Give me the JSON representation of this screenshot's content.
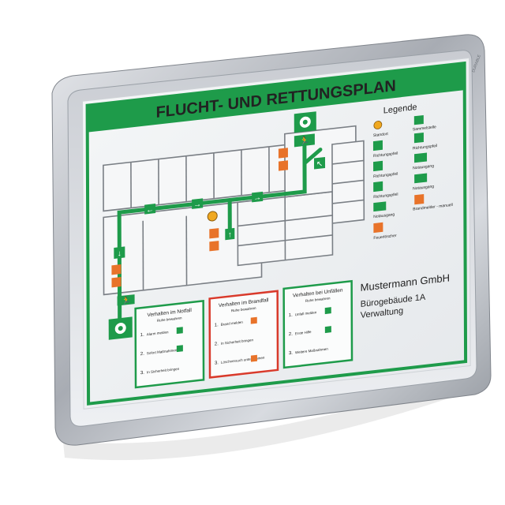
{
  "plan": {
    "title": "FLUCHT- UND RETTUNGSPLAN",
    "brand_mark": "DURABLE",
    "legend": {
      "title": "Legende",
      "items": [
        {
          "label": "Standort",
          "icon": "location-dot-icon"
        },
        {
          "label": "Sammelstelle",
          "icon": "assembly-point-icon"
        },
        {
          "label": "Richtungspfeil",
          "icon": "arrow-up-left-icon"
        },
        {
          "label": "Richtungspfeil",
          "icon": "arrow-up-right-icon"
        },
        {
          "label": "Richtungspfeil",
          "icon": "arrow-down-icon"
        },
        {
          "label": "Notausgang",
          "icon": "emergency-exit-icon"
        },
        {
          "label": "Richtungspfeil",
          "icon": "arrow-right-icon"
        },
        {
          "label": "Notausgang",
          "icon": "emergency-exit-icon"
        },
        {
          "label": "Notausgang",
          "icon": "emergency-exit-icon"
        },
        {
          "label": "Brandmelder - manuell",
          "icon": "fire-alarm-icon"
        },
        {
          "label": "Feuerlöscher",
          "icon": "fire-extinguisher-icon"
        }
      ]
    },
    "company": {
      "name": "Mustermann GmbH",
      "building": "Bürogebäude 1A",
      "department": "Verwaltung"
    },
    "boxes": [
      {
        "title": "Verhalten im Notfall",
        "subtitle": "Ruhe bewahren",
        "steps": [
          {
            "num": "1.",
            "label": "Alarm melden"
          },
          {
            "num": "2.",
            "label": "Sofort Maßnahmen"
          },
          {
            "num": "3.",
            "label": "In Sicherheit bringen"
          }
        ]
      },
      {
        "title": "Verhalten im Brandfall",
        "subtitle": "Ruhe bewahren",
        "steps": [
          {
            "num": "1.",
            "label": "Brand melden"
          },
          {
            "num": "2.",
            "label": "In Sicherheit bringen"
          },
          {
            "num": "3.",
            "label": "Löschversuch unternehmen"
          }
        ]
      },
      {
        "title": "Verhalten bei Unfällen",
        "subtitle": "Ruhe bewahren",
        "steps": [
          {
            "num": "1.",
            "label": "Unfall melden"
          },
          {
            "num": "2.",
            "label": "Erste Hilfe"
          },
          {
            "num": "3.",
            "label": "Weitere Maßnahmen"
          }
        ]
      }
    ],
    "colors": {
      "green": "#1e9b4a",
      "red": "#d93a2b",
      "orange": "#e8732a",
      "purple": "#5b3aa6",
      "blue": "#2a5db0",
      "frame": "#b9bcc2"
    }
  }
}
